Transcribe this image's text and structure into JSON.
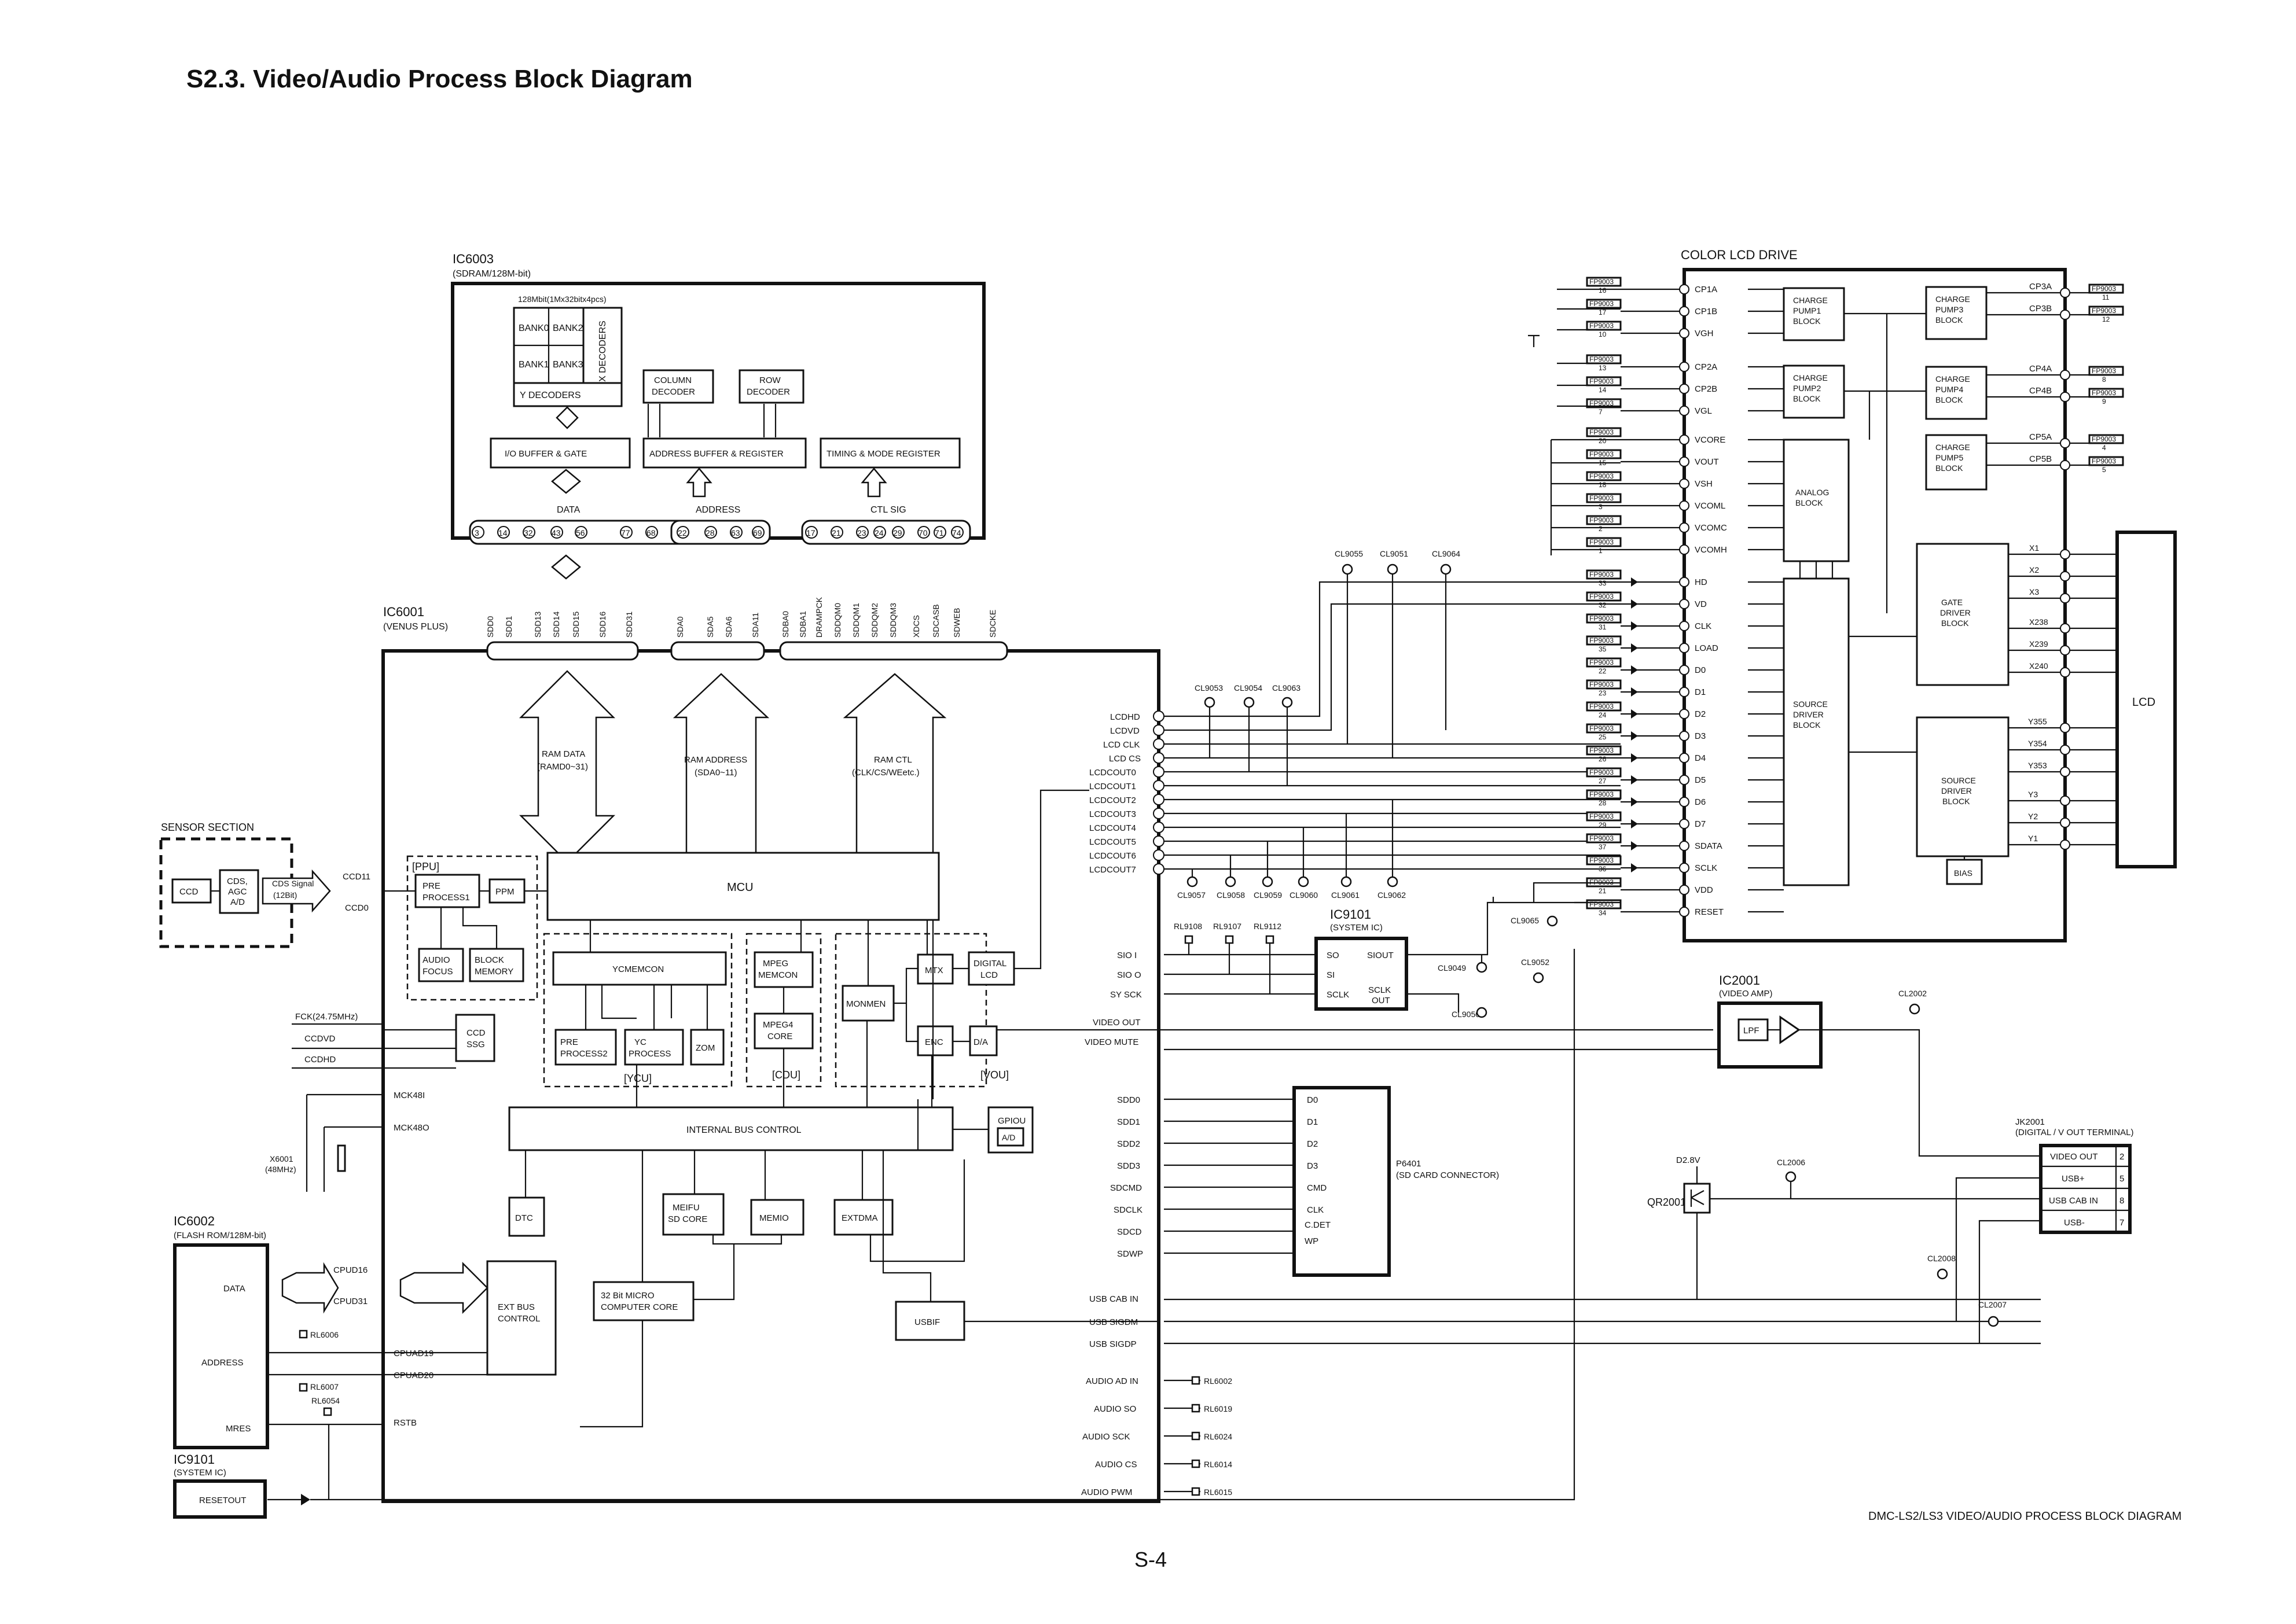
{
  "title": "S2.3. Video/Audio Process Block Diagram",
  "page_number": "S-4",
  "footer_note": "DMC-LS2/LS3  VIDEO/AUDIO PROCESS BLOCK DIAGRAM",
  "ic6003": {
    "name": "IC6003",
    "desc": "(SDRAM/128M-bit)",
    "array_label": "128Mbit(1Mx32bitx4pcs)",
    "banks": [
      "BANK0",
      "BANK2",
      "BANK1",
      "BANK3"
    ],
    "x_decoders": "X DECODERS",
    "y_decoders": "Y DECODERS",
    "column_decoder": [
      "COLUMN",
      "DECODER"
    ],
    "row_decoder": [
      "ROW",
      "DECODER"
    ],
    "io_buffer": "I/O BUFFER & GATE",
    "address_buffer": "ADDRESS BUFFER & REGISTER",
    "timing_register": "TIMING & MODE REGISTER",
    "data_label": "DATA",
    "address_label": "ADDRESS",
    "ctl_label": "CTL SIG",
    "pins": [
      "3",
      "14",
      "32",
      "43",
      "56",
      "77",
      "68",
      "22",
      "28",
      "63",
      "69",
      "17",
      "21",
      "23",
      "24",
      "29",
      "70",
      "71",
      "74"
    ]
  },
  "ic6001": {
    "name": "IC6001",
    "desc": "(VENUS PLUS)",
    "top_signals": [
      "SDD0",
      "SDD1",
      "SDD13",
      "SDD14",
      "SDD15",
      "SDD16",
      "SDD31",
      "SDA0",
      "SDA5",
      "SDA6",
      "SDA11",
      "SDBA0",
      "SDBA1",
      "DRAMPCK",
      "SDDQM0",
      "SDDQM1",
      "SDDQM2",
      "SDDQM3",
      "XDCS",
      "SDCASB",
      "SDWEB",
      "SDCKE"
    ],
    "ram_data": [
      "RAM DATA",
      "(RAMD0~31)"
    ],
    "ram_address": [
      "RAM ADDRESS",
      "(SDA0~11)"
    ],
    "ram_ctl": [
      "RAM CTL",
      "(CLK/CS/WEetc.)"
    ],
    "mcu": "MCU",
    "ppu": "[PPU]",
    "pre_process1": [
      "PRE",
      "PROCESS1"
    ],
    "ppm": "PPM",
    "audio_focus": [
      "AUDIO",
      "FOCUS"
    ],
    "block_memory": [
      "BLOCK",
      "MEMORY"
    ],
    "ycmemcon": "YCMEMCON",
    "pre_process2": [
      "PRE",
      "PROCESS2"
    ],
    "yc_process": [
      "YC",
      "PROCESS"
    ],
    "zom": "ZOM",
    "ycu": "[YCU]",
    "mpeg_memcon": [
      "MPEG",
      "MEMCON"
    ],
    "mpeg4_core": [
      "MPEG4",
      "CORE"
    ],
    "cdu": "[CDU]",
    "monmen": "MONMEN",
    "mtx": "MTX",
    "digital_lcd": [
      "DIGITAL",
      "LCD"
    ],
    "enc": "ENC",
    "da": "D/A",
    "vou": "[VOU]",
    "internal_bus": "INTERNAL BUS CONTROL",
    "gpiou": "GPIOU",
    "ad": "A/D",
    "dtc": "DTC",
    "meifu": [
      "MEIFU",
      "SD CORE"
    ],
    "memio": "MEMIO",
    "extdma": "EXTDMA",
    "ext_bus": [
      "EXT BUS",
      "CONTROL"
    ],
    "micro_core": [
      "32 Bit MICRO",
      "COMPUTER CORE"
    ],
    "usbif": "USBIF",
    "ccd_ssg": [
      "CCD",
      "SSG"
    ],
    "fck": "FCK(24.75MHz)",
    "ccdvd": "CCDVD",
    "ccdhd": "CCDHD",
    "mck48i": "MCK48I",
    "mck48o": "MCK48O",
    "x6001": [
      "X6001",
      "(48MHz)"
    ],
    "rstb": "RSTB",
    "cpuad19": "CPUAD19",
    "cpuad20": "CPUAD20",
    "cpud16": "CPUD16",
    "cpud31": "CPUD31",
    "ccd11": "CCD11",
    "ccd0": "CCD0",
    "lcd_outputs": [
      "LCDHD",
      "LCDVD",
      "LCD CLK",
      "LCD CS",
      "LCDCOUT0",
      "LCDCOUT1",
      "LCDCOUT2",
      "LCDCOUT3",
      "LCDCOUT4",
      "LCDCOUT5",
      "LCDCOUT6",
      "LCDCOUT7"
    ],
    "sio": [
      "SIO I",
      "SIO O",
      "SY SCK"
    ],
    "video_out": "VIDEO OUT",
    "video_mute": "VIDEO MUTE",
    "sd_signals": [
      "SDD0",
      "SDD1",
      "SDD2",
      "SDD3",
      "SDCMD",
      "SDCLK",
      "SDCD",
      "SDWP"
    ],
    "usb_signals": [
      "USB CAB IN",
      "USB SIGDM",
      "USB SIGDP"
    ],
    "audio_signals": [
      "AUDIO AD IN",
      "AUDIO SO",
      "AUDIO SCK",
      "AUDIO CS",
      "AUDIO PWM"
    ]
  },
  "sensor": {
    "title": "SENSOR SECTION",
    "ccd": "CCD",
    "cds": [
      "CDS,",
      "AGC",
      "A/D"
    ],
    "signal": [
      "CDS Signal",
      "(12Bit)"
    ]
  },
  "ic6002": {
    "name": "IC6002",
    "desc": "(FLASH ROM/128M-bit)",
    "data": "DATA",
    "address": "ADDRESS",
    "mres": "MRES"
  },
  "ic9101_sys": {
    "name": "IC9101",
    "desc": "(SYSTEM IC)",
    "resetout": "RESETOUT"
  },
  "ic9101": {
    "name": "IC9101",
    "desc": "(SYSTEM IC)",
    "so": "SO",
    "si": "SI",
    "sclk": "SCLK",
    "siout": "SIOUT",
    "sclk_out": [
      "SCLK",
      "OUT"
    ]
  },
  "ic2001": {
    "name": "IC2001",
    "desc": "(VIDEO AMP)",
    "lpf": "LPF"
  },
  "p6401": {
    "name": "P6401",
    "desc": "(SD CARD CONNECTOR)",
    "pins": [
      "D0",
      "D1",
      "D2",
      "D3",
      "CMD",
      "CLK",
      "C.DET",
      "WP"
    ]
  },
  "jk2001": {
    "name": "JK2001",
    "desc": "(DIGITAL / V OUT TERMINAL)",
    "rows": [
      [
        "VIDEO OUT",
        "2"
      ],
      [
        "USB+",
        "5"
      ],
      [
        "USB CAB IN",
        "8"
      ],
      [
        "USB-",
        "7"
      ]
    ]
  },
  "qr2001": "QR2001",
  "d28v": "D2.8V",
  "lcd_drive": {
    "title": "COLOR LCD DRIVE",
    "left_signals": [
      "CP1A",
      "CP1B",
      "VGH",
      "CP2A",
      "CP2B",
      "VGL",
      "VCORE",
      "VOUT",
      "VSH",
      "VCOML",
      "VCOMC",
      "VCOMH",
      "HD",
      "VD",
      "CLK",
      "LOAD",
      "D0",
      "D1",
      "D2",
      "D3",
      "D4",
      "D5",
      "D6",
      "D7",
      "SDATA",
      "SCLK",
      "VDD",
      "RESET"
    ],
    "fp_numbers": [
      "16",
      "17",
      "10",
      "13",
      "14",
      "7",
      "20",
      "15",
      "18",
      "3",
      "2",
      "1",
      "33",
      "32",
      "31",
      "35",
      "22",
      "23",
      "24",
      "25",
      "26",
      "27",
      "28",
      "29",
      "37",
      "36",
      "21",
      "34"
    ],
    "charge1": [
      "CHARGE",
      "PUMP1",
      "BLOCK"
    ],
    "charge2": [
      "CHARGE",
      "PUMP2",
      "BLOCK"
    ],
    "charge3": [
      "CHARGE",
      "PUMP3",
      "BLOCK"
    ],
    "charge4": [
      "CHARGE",
      "PUMP4",
      "BLOCK"
    ],
    "charge5": [
      "CHARGE",
      "PUMP5",
      "BLOCK"
    ],
    "analog": [
      "ANALOG",
      "BLOCK"
    ],
    "source": [
      "SOURCE",
      "DRIVER",
      "BLOCK"
    ],
    "gate": [
      "GATE",
      "DRIVER",
      "BLOCK"
    ],
    "source2": [
      "SOURCE",
      "DRIVER",
      "BLOCK"
    ],
    "bias": "BIAS",
    "lcd": "LCD",
    "right_cp": [
      "CP3A",
      "CP3B",
      "CP4A",
      "CP4B",
      "CP5A",
      "CP5B"
    ],
    "right_fp": [
      "11",
      "12",
      "8",
      "9",
      "4",
      "5"
    ],
    "gate_out": [
      "X1",
      "X2",
      "X3",
      "X238",
      "X239",
      "X240"
    ],
    "src_out": [
      "Y355",
      "Y354",
      "Y353",
      "Y3",
      "Y2",
      "Y1"
    ]
  },
  "test_points": {
    "top": [
      "CL9055",
      "CL9051",
      "CL9064"
    ],
    "mid": [
      "CL9053",
      "CL9054",
      "CL9063"
    ],
    "bottom": [
      "CL9057",
      "CL9058",
      "CL9059",
      "CL9060",
      "CL9061",
      "CL9062"
    ],
    "rl_sio": [
      "RL9108",
      "RL9107",
      "RL9112"
    ],
    "cl9049": "CL9049",
    "cl9050": "CL9050",
    "cl9052": "CL9052",
    "cl9065": "CL9065",
    "cl2002": "CL2002",
    "cl2006": "CL2006",
    "cl2007": "CL2007",
    "cl2008": "CL2008",
    "rl_audio": [
      "RL6002",
      "RL6019",
      "RL6024",
      "RL6014",
      "RL6015"
    ],
    "rl6006": "RL6006",
    "rl6007": "RL6007",
    "rl6054": "RL6054"
  }
}
